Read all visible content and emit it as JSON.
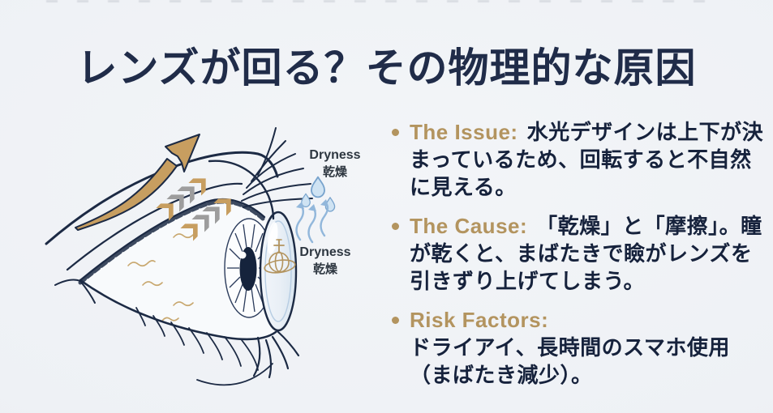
{
  "slide": {
    "title": "レンズが回る？その物理的な原因",
    "bullets": [
      {
        "label": "The Issue:",
        "text": "水光デザインは上下が決まっているため、回転すると不自然に見える。"
      },
      {
        "label": "The Cause:",
        "text": "「乾燥」と「摩擦」。瞳が乾くと、まばたきで瞼がレンズを引きずり上げてしまう。"
      },
      {
        "label": "Risk Factors:",
        "text": "ドライアイ、長時間のスマホ使用（まばたき減少）。"
      }
    ],
    "diagram_labels": {
      "dryness_top_en": "Dryness",
      "dryness_top_ja": "乾燥",
      "dryness_mid_en": "Dryness",
      "dryness_mid_ja": "乾燥"
    },
    "colors": {
      "background": "#eef1f5",
      "title_navy": "#202c49",
      "body_text_navy": "#16223c",
      "accent_gold": "#b3945f",
      "arrow_tan": "#c79e60",
      "chevron_gray": "#9d9d9d",
      "line_navy": "#1c2a44",
      "droplet_blue": "#cfe3f3",
      "droplet_outline_blue": "#78a3cd",
      "evaporation_blue": "#92b7db",
      "lens_fill": "#e9eff6",
      "label_gray": "#2d3640"
    }
  }
}
